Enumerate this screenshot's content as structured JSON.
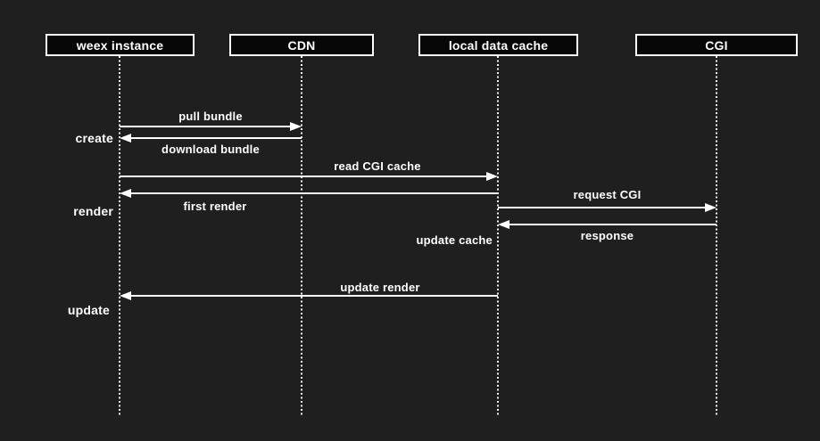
{
  "diagram": {
    "type": "sequence-diagram",
    "colors": {
      "background": "#1f1f1f",
      "actor_box_fill": "#070707",
      "stroke": "#ffffff",
      "text": "#ffffff"
    }
  },
  "actors": [
    {
      "label": "weex instance"
    },
    {
      "label": "CDN"
    },
    {
      "label": "local data cache"
    },
    {
      "label": "CGI"
    }
  ],
  "phases": [
    {
      "label": "create"
    },
    {
      "label": "render"
    },
    {
      "label": "update"
    }
  ],
  "messages": [
    {
      "label": "pull bundle",
      "from": "weex instance",
      "to": "CDN",
      "direction": "right"
    },
    {
      "label": "download bundle",
      "from": "CDN",
      "to": "weex instance",
      "direction": "left"
    },
    {
      "label": "read CGI cache",
      "from": "weex instance",
      "to": "local data cache",
      "direction": "right"
    },
    {
      "label": "first render",
      "from": "local data cache",
      "to": "weex instance",
      "direction": "left"
    },
    {
      "label": "request CGI",
      "from": "local data cache",
      "to": "CGI",
      "direction": "right"
    },
    {
      "label": "response",
      "from": "CGI",
      "to": "local data cache",
      "direction": "left"
    },
    {
      "label": "update render",
      "from": "local data cache",
      "to": "weex instance",
      "direction": "left"
    }
  ],
  "note": {
    "label": "update cache",
    "at": "local data cache"
  }
}
